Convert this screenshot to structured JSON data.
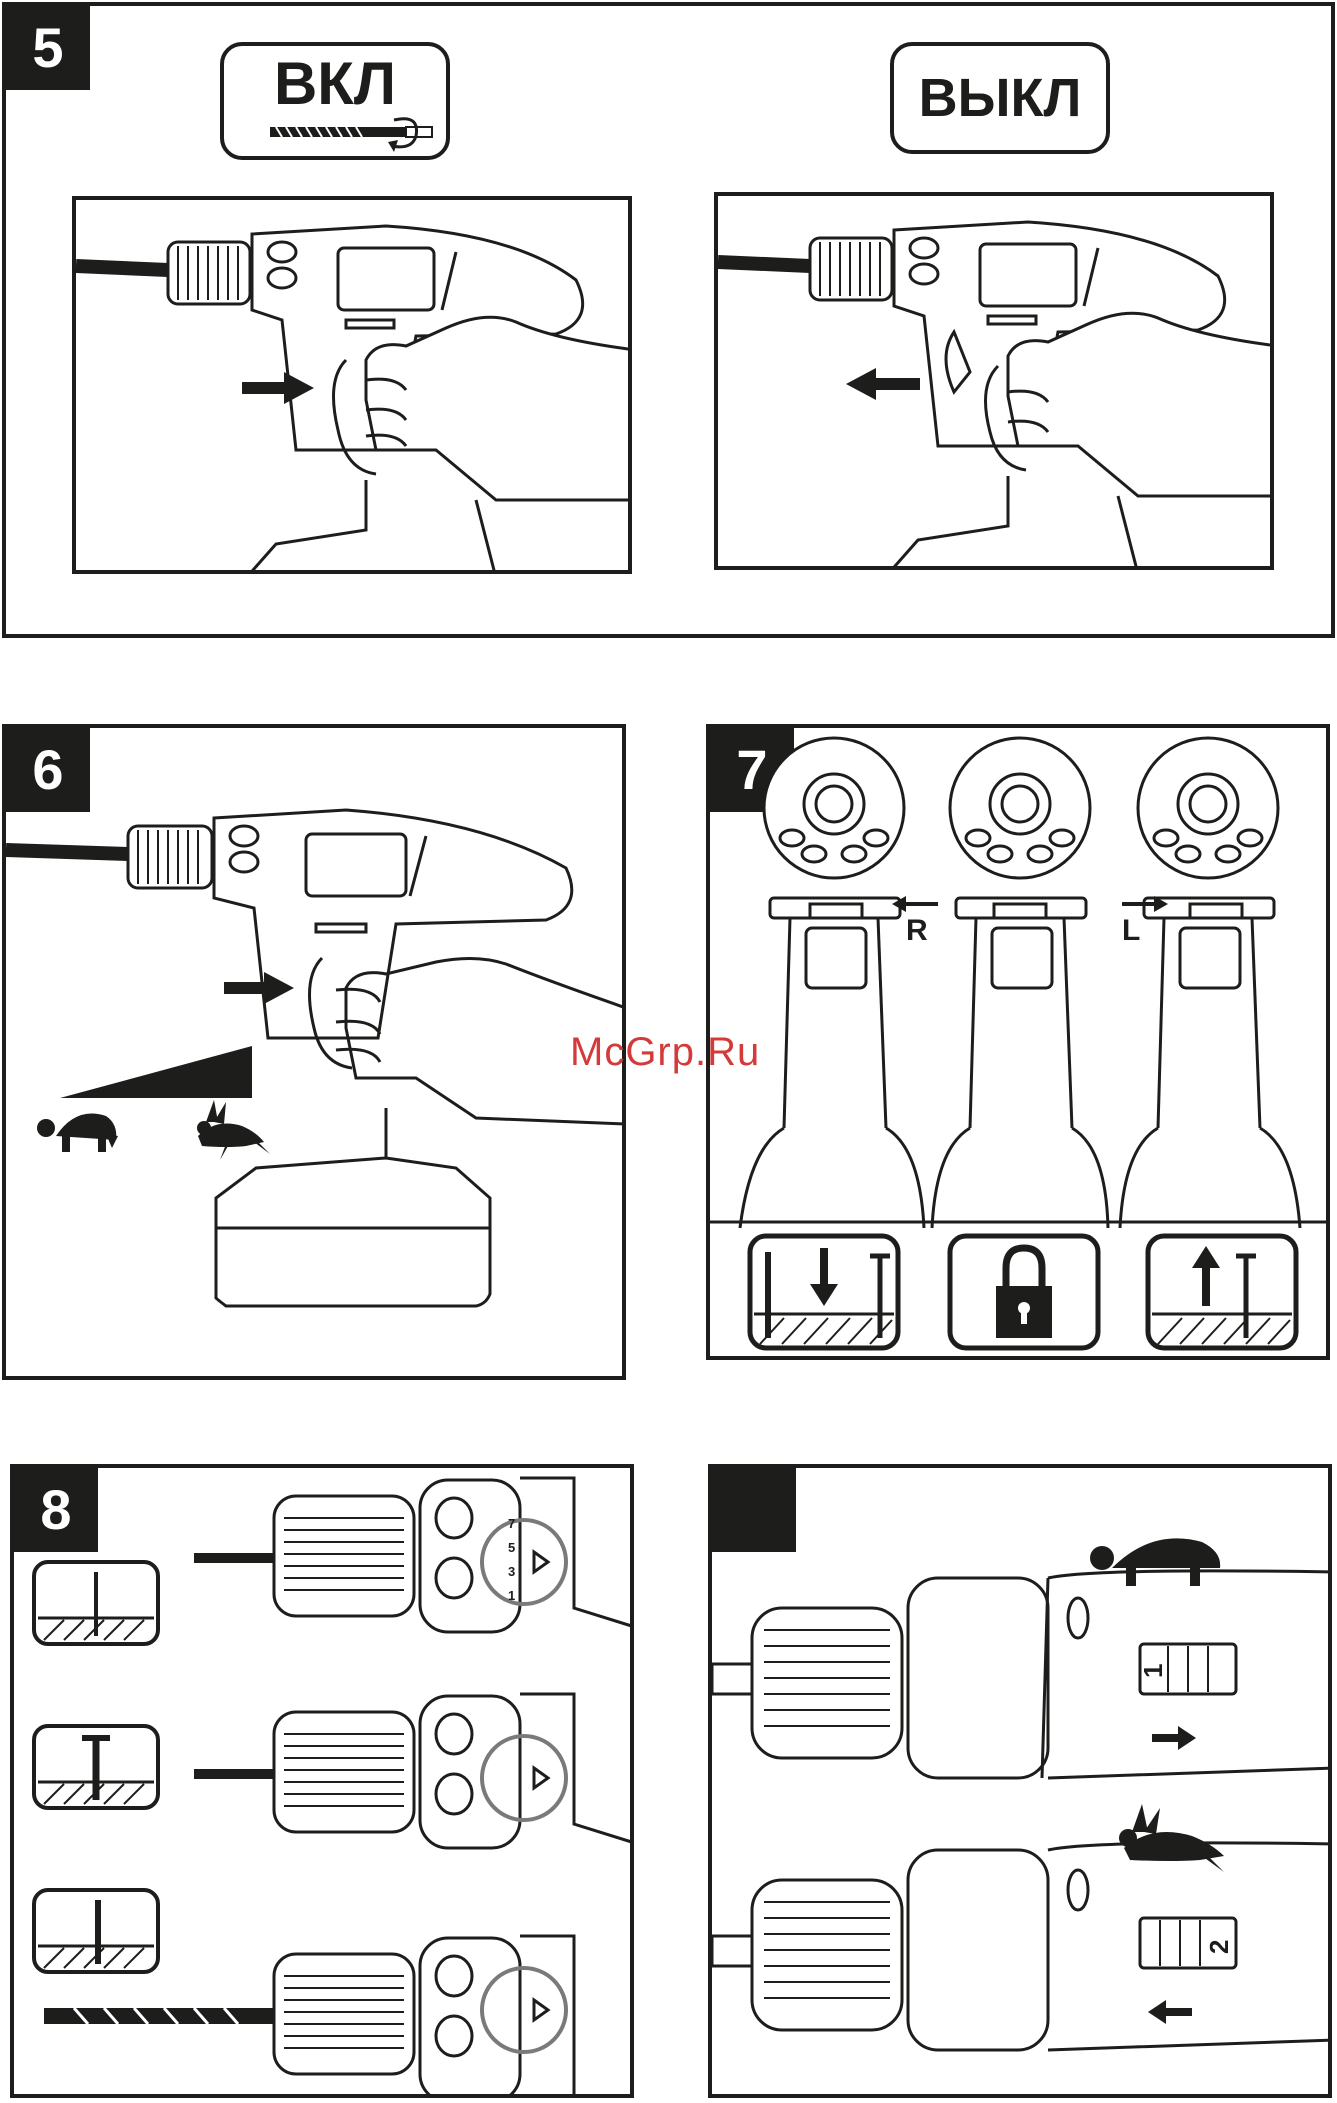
{
  "panel5": {
    "number": "5",
    "on_label": "ВКЛ",
    "off_label": "ВЫКЛ"
  },
  "panel6": {
    "number": "6"
  },
  "panel7": {
    "number": "7",
    "right_label": "R",
    "left_label": "L"
  },
  "panel8": {
    "number": "8",
    "ring_numbers": [
      "1",
      "3",
      "5",
      "7"
    ]
  },
  "panel9": {
    "number": "",
    "gear_low": "1",
    "gear_high": "2"
  },
  "watermark": "McGrp.Ru",
  "icons": {
    "drill_bit": "drill-bit-icon",
    "rotate": "rotate-arrow-icon",
    "tortoise": "tortoise-icon",
    "hare": "hare-icon",
    "padlock": "padlock-icon",
    "screw": "screw-icon"
  },
  "colors": {
    "ink": "#1d1d1b",
    "watermark": "#d33b3b",
    "highlight_ring": "#7a7a7a"
  }
}
